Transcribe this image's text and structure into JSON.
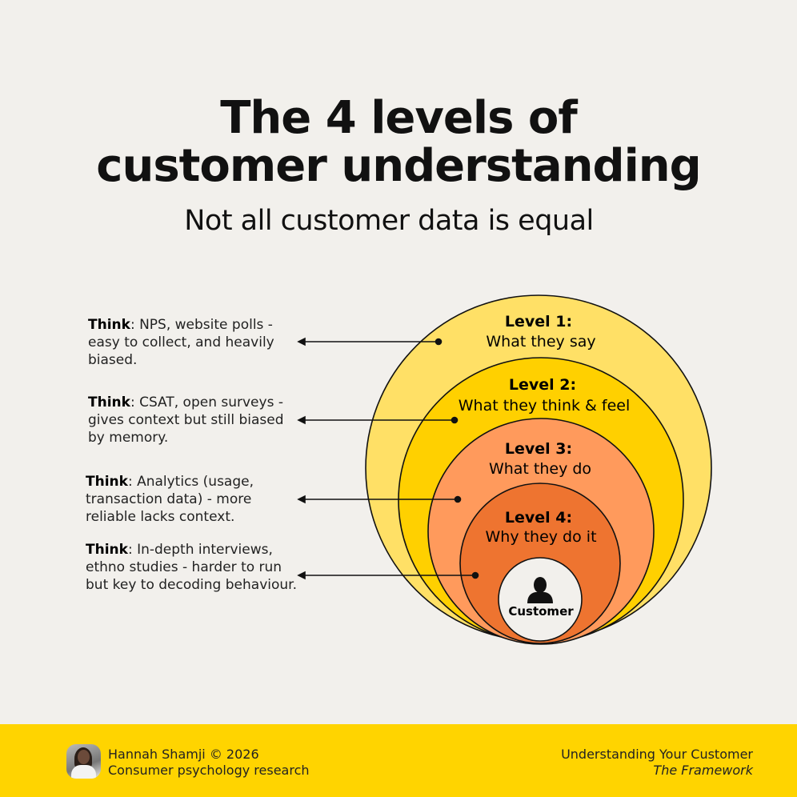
{
  "header": {
    "title_line1": "The 4 levels of",
    "title_line2": "customer understanding",
    "subtitle": "Not all customer data is equal"
  },
  "levels": [
    {
      "label": "Level 1:",
      "description": "What they say",
      "color": "#ffe066",
      "note_bold": "Think",
      "note_text": ": NPS, website polls - easy to collect, and heavily biased."
    },
    {
      "label": "Level 2:",
      "description": "What they think & feel",
      "color": "#ffd000",
      "note_bold": "Think",
      "note_text": ": CSAT, open surveys - gives context but still biased by memory."
    },
    {
      "label": "Level 3:",
      "description": "What they do",
      "color": "#ff9a5c",
      "note_bold": "Think",
      "note_text": ": Analytics (usage, transaction data) - more reliable lacks context."
    },
    {
      "label": "Level 4:",
      "description": "Why they do it",
      "color": "#ee7430",
      "note_bold": "Think",
      "note_text": ": In-depth interviews, ethno studies - harder to run but key to decoding behaviour."
    }
  ],
  "center": {
    "label": "Customer",
    "icon": "person-icon"
  },
  "footer": {
    "author": "Hannah Shamji © 2026",
    "author_subtitle": "Consumer psychology research",
    "series_title": "Understanding Your Customer",
    "series_subtitle": "The Framework",
    "background": "#ffd400"
  }
}
